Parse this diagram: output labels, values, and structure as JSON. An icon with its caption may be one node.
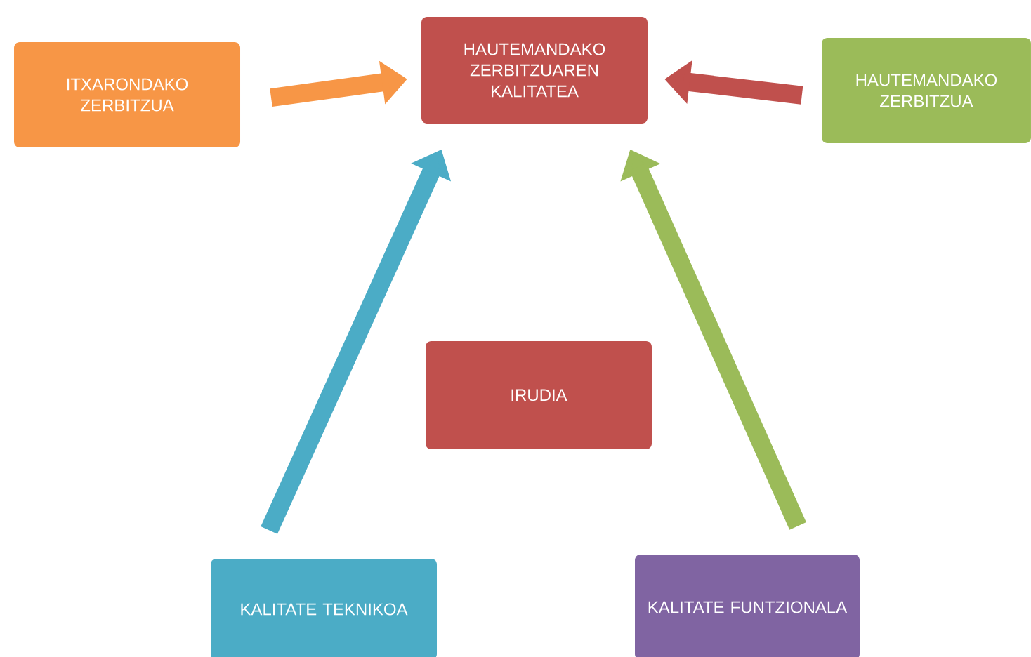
{
  "diagram": {
    "nodes": [
      {
        "text": [
          "ITXARONDAKO ZERBITZUA"
        ]
      },
      {
        "text": [
          "HAUTEMANDAKO ZERBITZUAREN KALITATEA"
        ]
      },
      {
        "text": [
          "HAUTEMANDAKO ZERBITZUA"
        ]
      },
      {
        "text": [
          "IRUDIA"
        ]
      },
      {
        "text": [
          "KALITATE TEKNIKOA"
        ]
      },
      {
        "text": [
          "KALITATE FUNTZIONALA"
        ]
      }
    ],
    "edges": [
      {
        "from": 0,
        "to": 1,
        "arrow": "to",
        "color": "#f79646"
      },
      {
        "from": 2,
        "to": 1,
        "arrow": "to",
        "color": "#c0504d"
      },
      {
        "from": 4,
        "to": 1,
        "arrow": "to",
        "color": "#4bacc6"
      },
      {
        "from": 5,
        "to": 1,
        "arrow": "to",
        "color": "#9bbb59"
      }
    ]
  }
}
